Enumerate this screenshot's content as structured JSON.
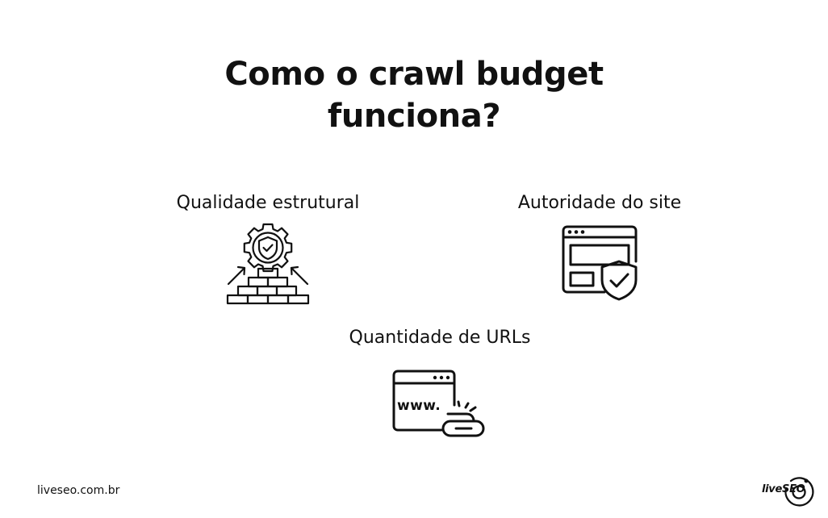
{
  "header": {
    "title_line_1": "Como o crawl budget",
    "title_line_2": "funciona?"
  },
  "features": {
    "quality": {
      "label": "Qualidade estrutural",
      "icon": "gear-shield-brick-wall-icon"
    },
    "authority": {
      "label": "Autoridade do site",
      "icon": "browser-window-shield-icon"
    },
    "urls": {
      "label": "Quantidade de URLs",
      "icon": "browser-www-link-icon",
      "icon_text": "www."
    }
  },
  "footer": {
    "website": "liveseo.com.br",
    "brand": "liveSEO"
  },
  "colors": {
    "background": "#ffffff",
    "text": "#111111",
    "icon_stroke": "#111111"
  }
}
